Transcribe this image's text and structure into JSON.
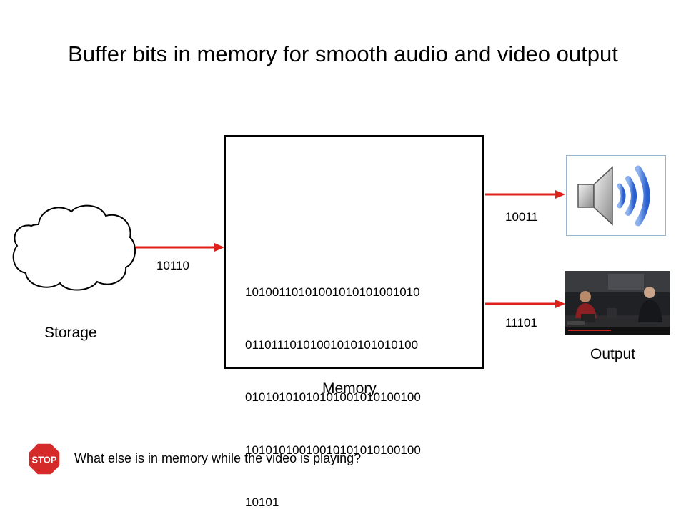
{
  "title": "Buffer bits in memory for smooth audio and video output",
  "storage": {
    "label": "Storage",
    "icon": "cloud-icon"
  },
  "memory": {
    "label": "Memory",
    "bits": [
      "10100110101001010101001010",
      "01101110101001010101010100",
      "01010101010101001010100100",
      "10101010010010101010100100",
      "10101"
    ]
  },
  "arrows": {
    "storage_to_memory": "10110",
    "memory_to_audio": "10011",
    "memory_to_video": "11101",
    "color": "#e0201b"
  },
  "output": {
    "label": "Output",
    "audio_icon": "speaker-icon",
    "video_icon": "video-thumbnail"
  },
  "stop": {
    "sign_text": "STOP",
    "question": "What else is in memory while the video is playing?",
    "color": "#d42a2a"
  }
}
